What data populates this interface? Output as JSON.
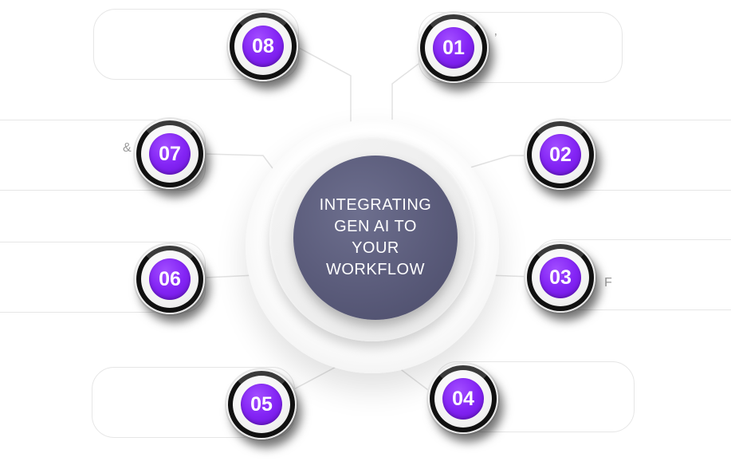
{
  "center": {
    "title": "INTEGRATING\nGEN AI TO\nYOUR\nWORKFLOW"
  },
  "steps": [
    {
      "number": "01",
      "text": ""
    },
    {
      "number": "02",
      "text": ""
    },
    {
      "number": "03",
      "text": ""
    },
    {
      "number": "04",
      "text": ""
    },
    {
      "number": "05",
      "text": ""
    },
    {
      "number": "06",
      "text": ""
    },
    {
      "number": "07",
      "text": ""
    },
    {
      "number": "08",
      "text": ""
    }
  ],
  "colors": {
    "badge_purple": "#8425f5",
    "hub_core": "#5a5b7a",
    "card_border": "#e6e6e6",
    "connector": "#e2e2e2"
  }
}
